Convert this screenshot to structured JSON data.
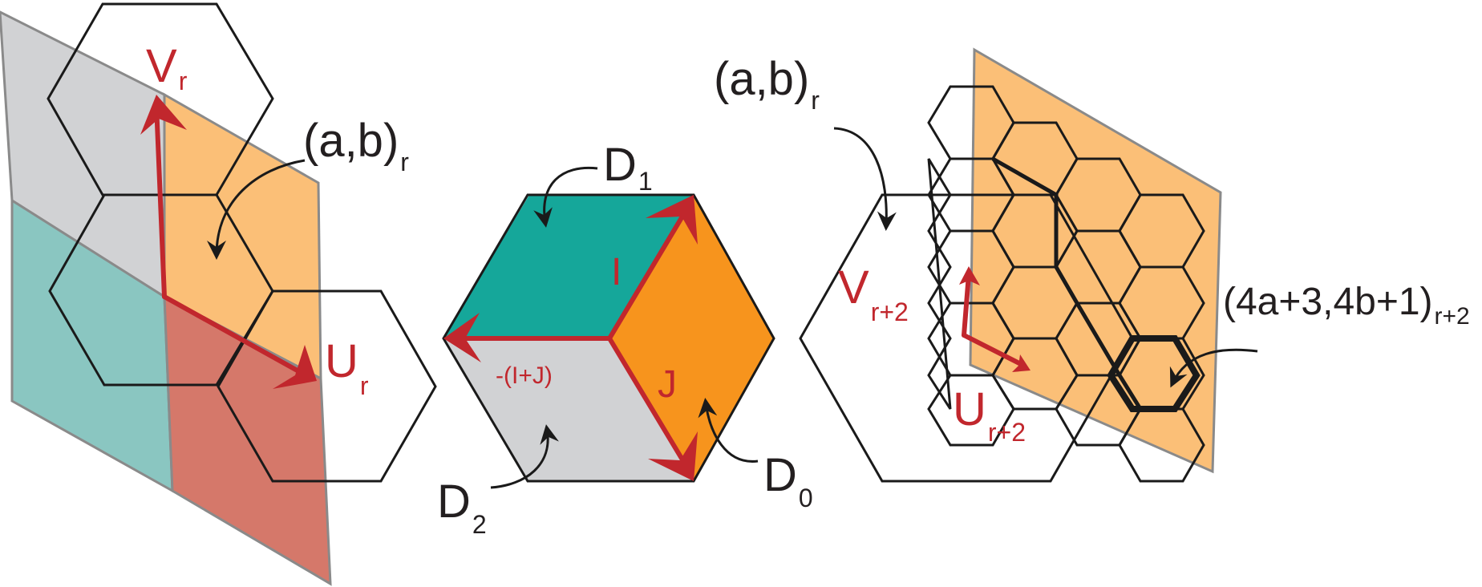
{
  "colors": {
    "teal": "#15a79a",
    "orange": "#f7941d",
    "light_orange": "#fbbf77",
    "gray": "#d1d2d4",
    "teal_light": "#8ac6c1",
    "salmon": "#d5786a",
    "red": "#c1272d",
    "black": "#231f20"
  },
  "left": {
    "v_label": "V",
    "v_sub": "r",
    "u_label": "U",
    "u_sub": "r",
    "ab_label": "(a,b)",
    "ab_sub": "r"
  },
  "middle": {
    "d1": "D",
    "d1_sub": "1",
    "d0": "D",
    "d0_sub": "0",
    "d2": "D",
    "d2_sub": "2",
    "i_label": "I",
    "j_label": "J",
    "neg_label": "-(I+J)"
  },
  "right": {
    "ab_label": "(a,b)",
    "ab_sub": "r",
    "v_label": "V",
    "v_sub": "r+2",
    "u_label": "U",
    "u_sub": "r+2",
    "target_label": "(4a+3,4b+1)",
    "target_sub": "r+2"
  }
}
